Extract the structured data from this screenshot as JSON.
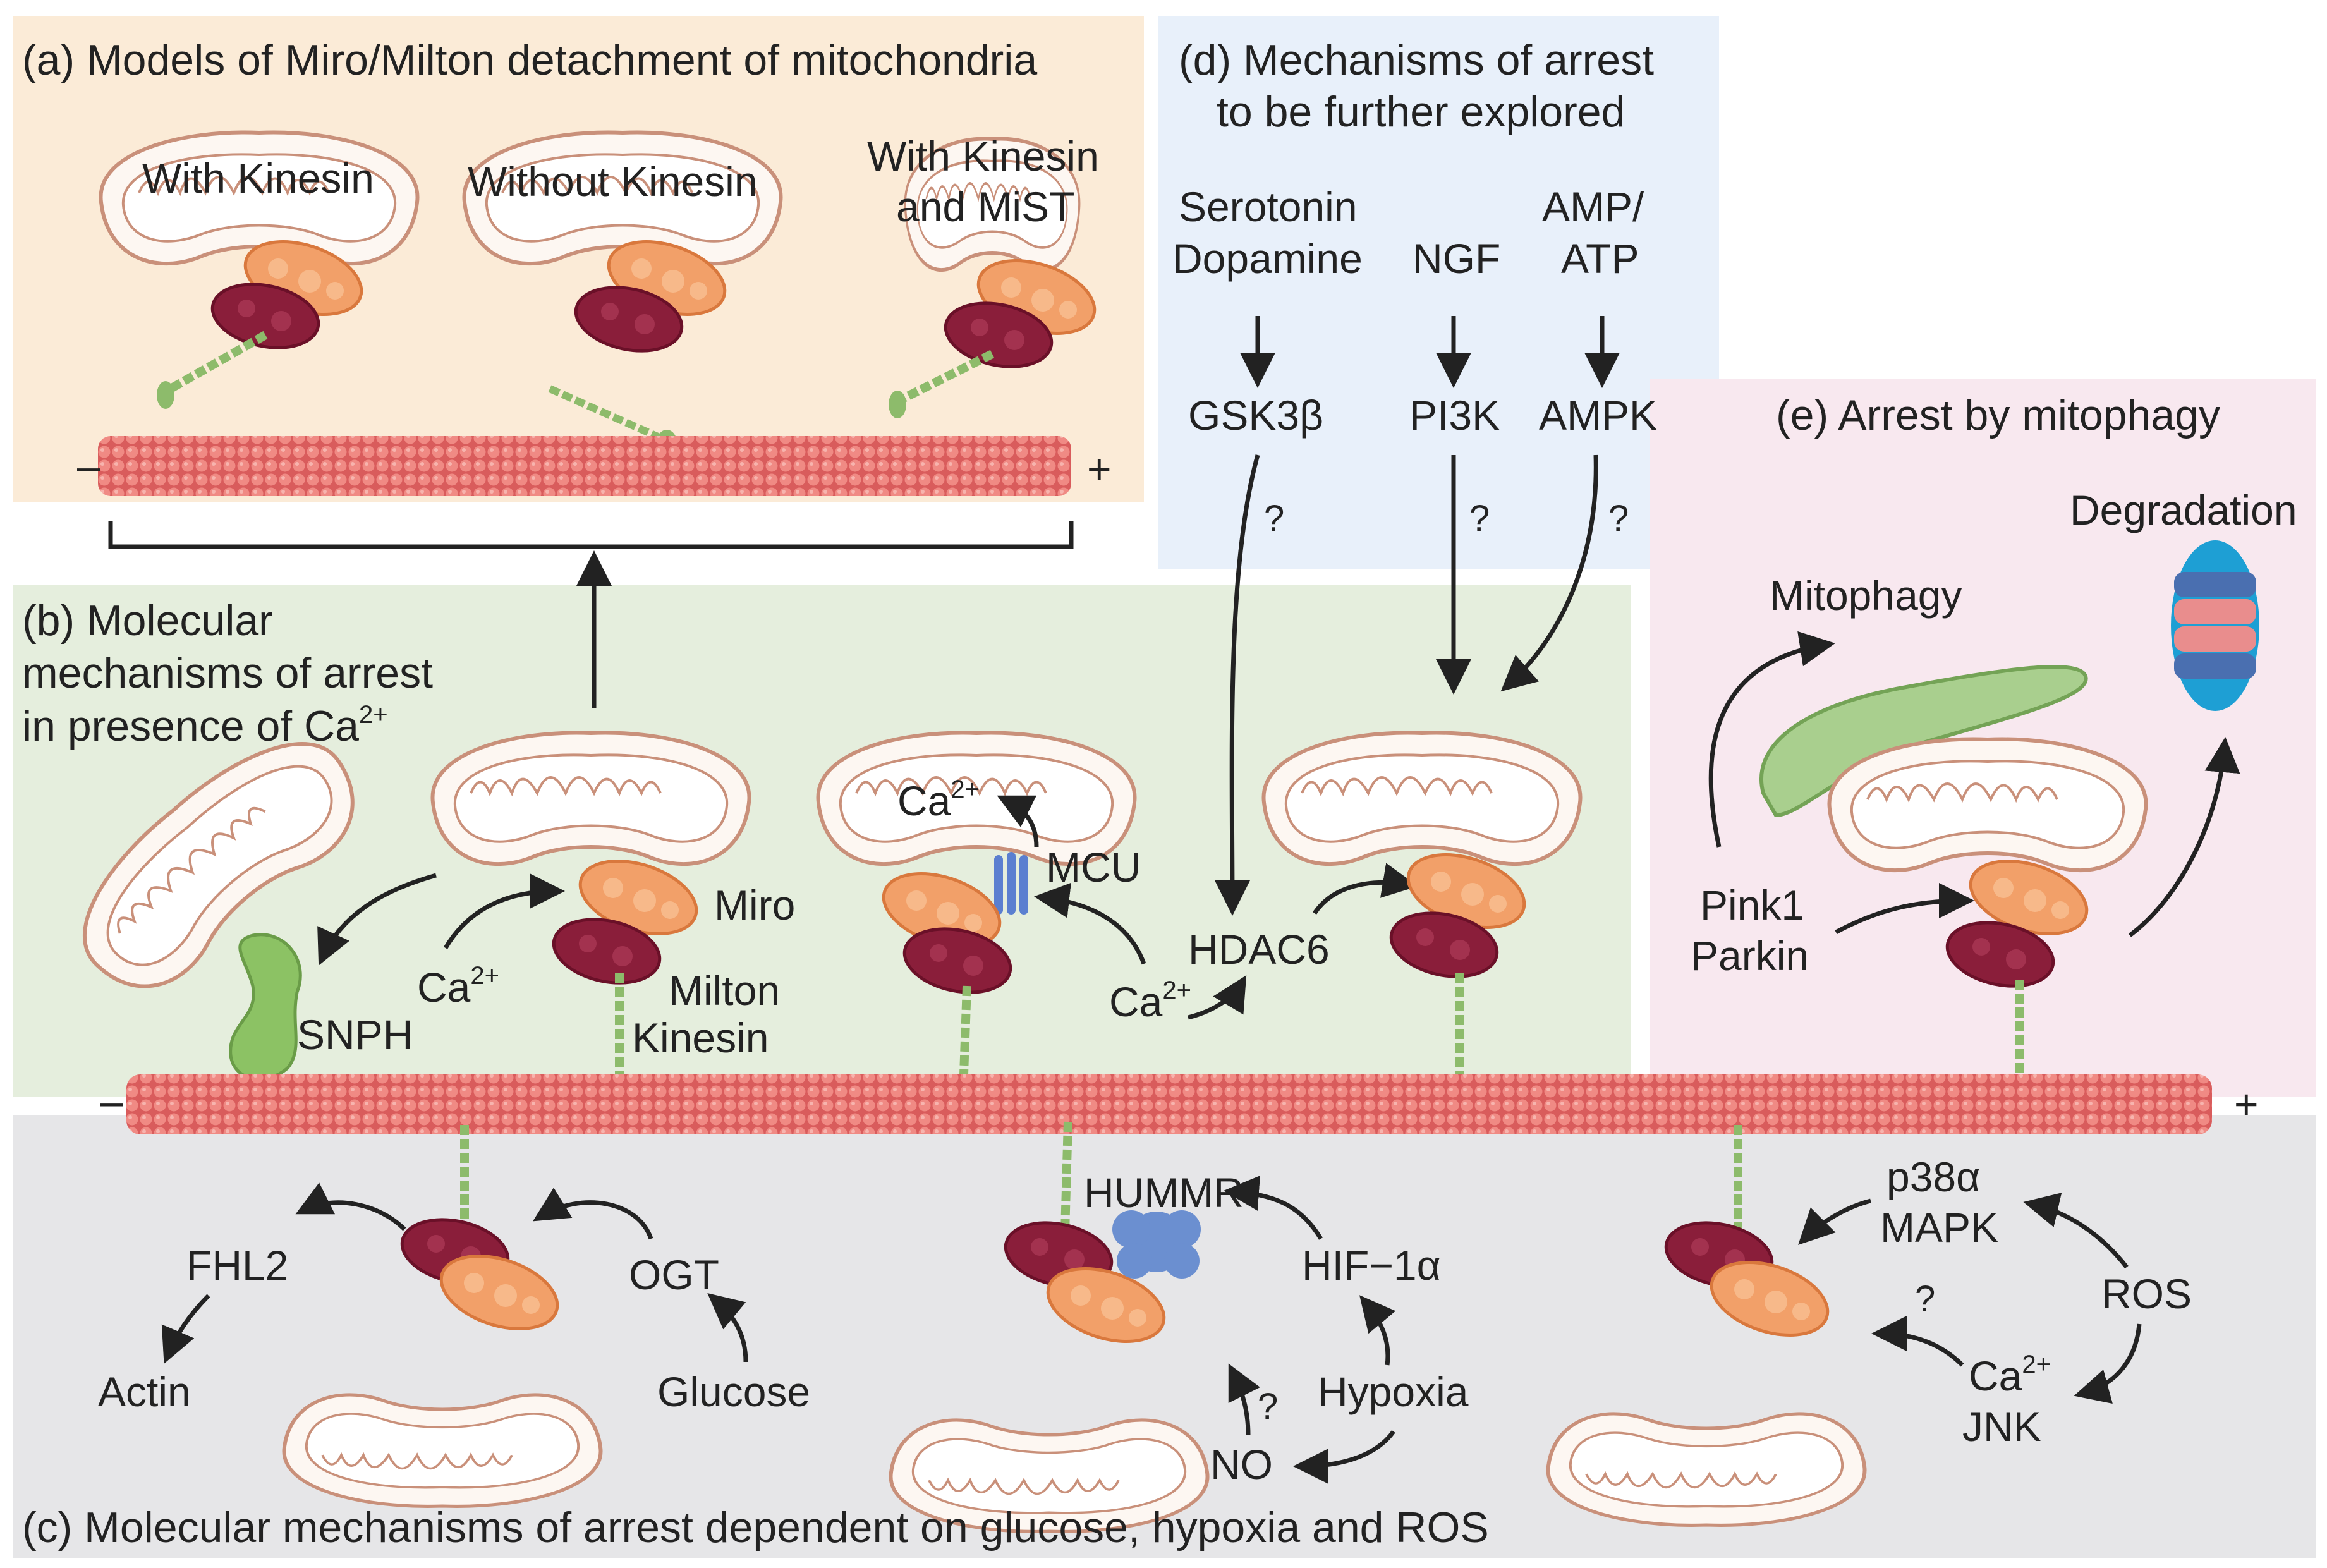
{
  "panels": {
    "a": {
      "title": "(a) Models of Miro/Milton detachment of mitochondria",
      "with_kinesin": "With Kinesin",
      "without_kinesin": "Without Kinesin",
      "with_kinesin_mist_1": "With Kinesin",
      "with_kinesin_mist_2": "and MiST"
    },
    "b": {
      "title_1": "(b) Molecular",
      "title_2": "mechanisms of arrest",
      "title_3": "in presence of Ca",
      "title_sup": "2+",
      "snph": "SNPH",
      "ca": "Ca",
      "ca_sup": "2+",
      "miro": "Miro",
      "milton": "Milton",
      "kinesin": "Kinesin",
      "mcu": "MCU",
      "ca_top": "Ca",
      "ca_top_sup": "2+",
      "ca_bottom": "Ca",
      "ca_bottom_sup": "2+",
      "hdac6": "HDAC6"
    },
    "c": {
      "title": "(c) Molecular mechanisms of arrest dependent on glucose, hypoxia and ROS",
      "fhl2": "FHL2",
      "actin": "Actin",
      "ogt": "OGT",
      "glucose": "Glucose",
      "hummr": "HUMMR",
      "hif": "HIF−1α",
      "hypoxia": "Hypoxia",
      "no": "NO",
      "q1": "?",
      "p38_1": "p38α",
      "p38_2": "MAPK",
      "ros": "ROS",
      "q2": "?",
      "ca_jnk": "Ca",
      "ca_jnk_sup": "2+",
      "jnk": "JNK"
    },
    "d": {
      "title_1": "(d) Mechanisms of arrest",
      "title_2": "to be further explored",
      "serotonin": "Serotonin",
      "dopamine": "Dopamine",
      "ngf": "NGF",
      "amp": "AMP/",
      "atp": "ATP",
      "gsk": "GSK3β",
      "pi3k": "PI3K",
      "ampk": "AMPK",
      "q1": "?",
      "q2": "?",
      "q3": "?"
    },
    "e": {
      "title": "(e) Arrest by mitophagy",
      "degradation": "Degradation",
      "mitophagy": "Mitophagy",
      "pink1": "Pink1",
      "parkin": "Parkin"
    }
  },
  "microtubule": {
    "minus": "–",
    "plus": "+"
  },
  "colors": {
    "panel_a_bg": "#fbebd7",
    "panel_b_bg": "#e5eedd",
    "panel_c_bg": "#e6e6e8",
    "panel_d_bg": "#e8f0fa",
    "panel_e_bg": "#f8e8ef",
    "mito_fill": "#fdf7f2",
    "mito_stroke": "#c9907a",
    "miro": "#f2a069",
    "milton": "#8a1e3a",
    "kinesin": "#8dbb6b",
    "microtubule": "#e07070",
    "snph": "#8cc264",
    "hummr": "#6b8fd0"
  }
}
